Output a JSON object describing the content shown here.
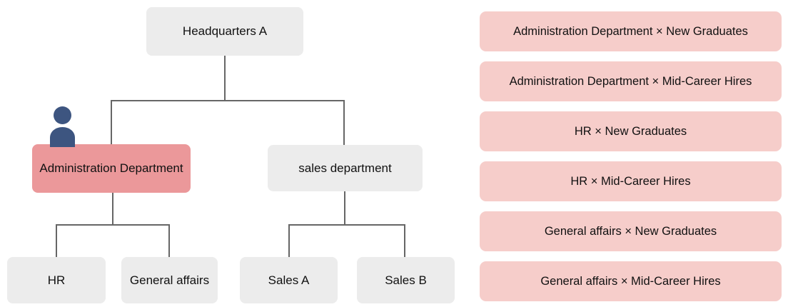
{
  "colors": {
    "node_default_bg": "#ececec",
    "node_highlight_bg": "#eb989a",
    "badge_bg": "#f6cdca",
    "connector": "#666666",
    "person_icon": "#3d5580",
    "text": "#111111",
    "page_bg": "#ffffff"
  },
  "org_chart": {
    "nodes": {
      "headquarters": "Headquarters A",
      "administration": "Administration Department",
      "sales_department": "sales department",
      "hr": "HR",
      "general_affairs": "General affairs",
      "sales_a": "Sales A",
      "sales_b": "Sales B"
    },
    "highlighted_node": "Administration Department",
    "person_marker": {
      "icon": "person-icon",
      "attached_to": "Administration Department"
    },
    "edges": [
      {
        "from": "Headquarters A",
        "to": "Administration Department"
      },
      {
        "from": "Headquarters A",
        "to": "sales department"
      },
      {
        "from": "Administration Department",
        "to": "HR"
      },
      {
        "from": "Administration Department",
        "to": "General affairs"
      },
      {
        "from": "sales department",
        "to": "Sales A"
      },
      {
        "from": "sales department",
        "to": "Sales B"
      }
    ]
  },
  "badge_list": {
    "items": [
      {
        "label": "Administration Department × New Graduates"
      },
      {
        "label": "Administration Department × Mid-Career Hires"
      },
      {
        "label": "HR × New Graduates"
      },
      {
        "label": "HR × Mid-Career Hires"
      },
      {
        "label": "General affairs × New Graduates"
      },
      {
        "label": "General affairs × Mid-Career Hires"
      }
    ]
  }
}
